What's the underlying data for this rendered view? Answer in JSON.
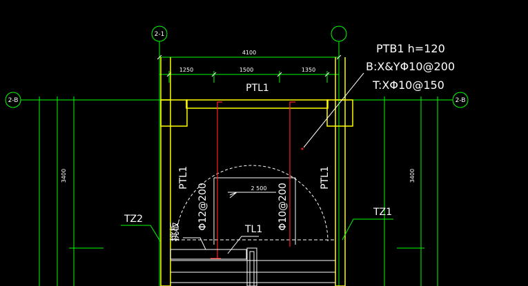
{
  "drawing": {
    "axes": {
      "axis_2_1": "2-1",
      "axis_right_top": "",
      "axis_2_8_left": "2-B",
      "axis_2_8_right": "2-B"
    },
    "dimensions": {
      "overall": "4100",
      "seg_left": "1250",
      "seg_mid": "1500",
      "seg_right": "1350",
      "height_left": "3400",
      "height_right": "3400",
      "inner": "2 500"
    },
    "labels": {
      "ptl1_top": "PTL1",
      "ptl1_left": "PTL1",
      "ptl1_right": "PTL1",
      "ptb1": "PTB1 h=120",
      "ptb1_b": "B:X&YΦ10@200",
      "ptb1_t": "T:XΦ10@150",
      "rebar_left": "Φ12@200",
      "rebar_right": "Φ10@200",
      "tz2": "TZ2",
      "tz1": "TZ1",
      "tl1": "TL1",
      "tiban": "挑板"
    },
    "colors": {
      "grid": "#00ff00",
      "wall": "#ffff00",
      "rebar": "#ff2020",
      "text": "#ffffff"
    }
  }
}
